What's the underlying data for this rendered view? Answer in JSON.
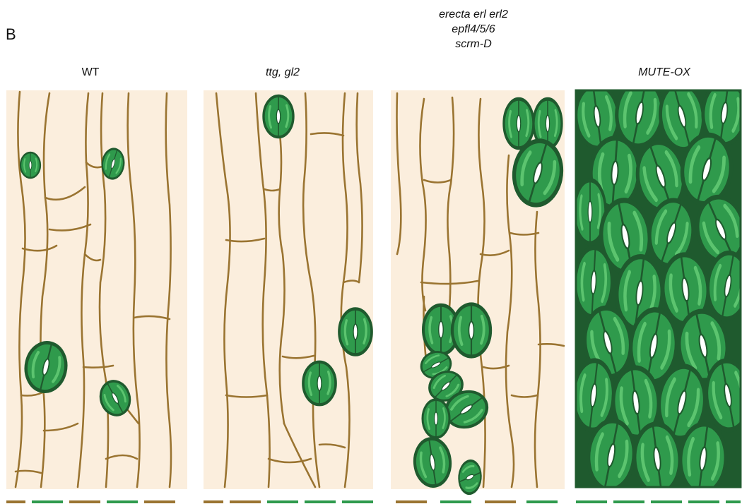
{
  "panel_letter": "B",
  "panels": [
    {
      "title": "WT",
      "italic": false,
      "bar_colors": [
        "brown",
        "green",
        "brown",
        "green",
        "brown"
      ]
    },
    {
      "title": "ttg, gl2",
      "italic": true,
      "bar_colors": [
        "brown",
        "brown",
        "green",
        "green",
        "green"
      ]
    },
    {
      "title_lines": [
        "erecta erl erl2",
        "epfl4/5/6",
        "scrm-D"
      ],
      "italic": true,
      "bar_colors": [
        "brown",
        "green",
        "brown",
        "green"
      ]
    },
    {
      "title": "MUTE-OX",
      "italic": true,
      "bar_colors": [
        "green",
        "green",
        "green",
        "green",
        "green"
      ]
    }
  ],
  "colors": {
    "cell_fill": "#fbeedd",
    "cell_wall": "#9a7431",
    "stoma_dark": "#1f5a2e",
    "stoma_fill": "#2f9a4c",
    "stoma_light": "#5cc46f",
    "bar_brown": "#9a7431",
    "bar_green": "#2e9a4d"
  }
}
